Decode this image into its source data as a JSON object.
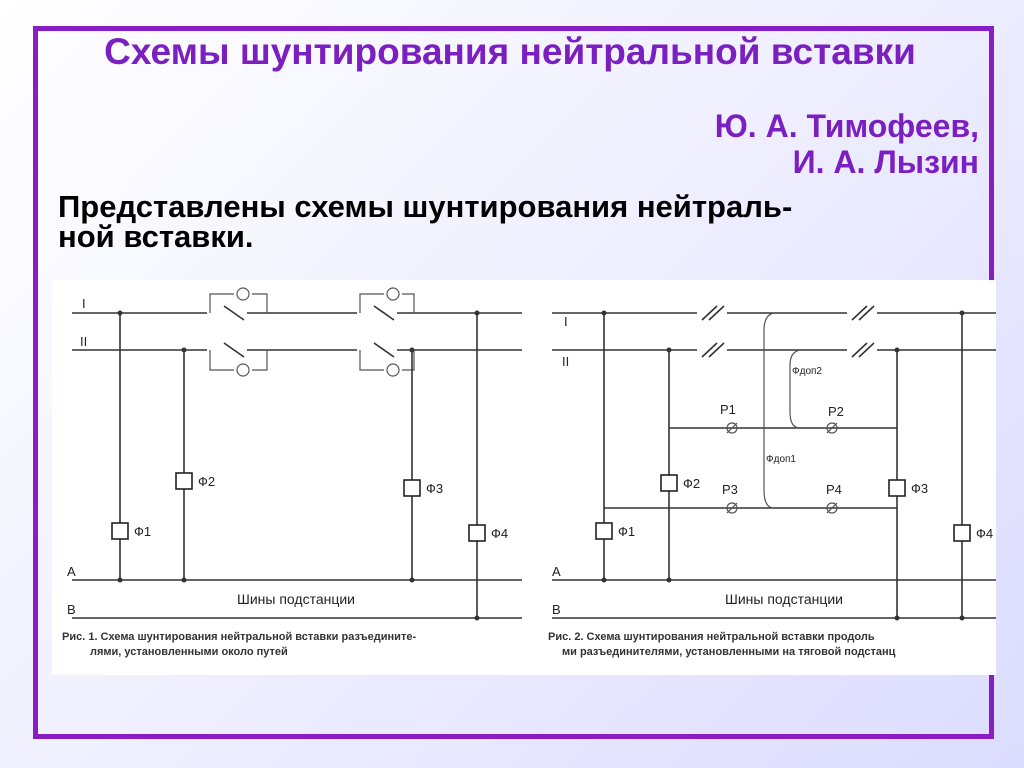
{
  "title": "Схемы шунтирования нейтральной вставки",
  "authors": [
    "Ю. А. Тимофеев,",
    "И. А. Лызин"
  ],
  "description_lines": [
    "Представлены схемы шунтирования нейтраль-",
    "ной вставки."
  ],
  "figure1": {
    "lines": [
      "I",
      "II",
      "A",
      "B"
    ],
    "elements": [
      "Ф1",
      "Ф2",
      "Ф3",
      "Ф4"
    ],
    "bus_label": "Шины подстанции",
    "caption": [
      "Рис. 1. Схема шунтирования нейтральной вставки разъедините-",
      "лями, установленными около путей"
    ]
  },
  "figure2": {
    "lines": [
      "I",
      "II",
      "A",
      "B"
    ],
    "elements": [
      "Ф1",
      "Ф2",
      "Ф3",
      "Ф4"
    ],
    "relays": [
      "P1",
      "P2",
      "P3",
      "P4"
    ],
    "feeders": [
      "Фдоп2",
      "Фдоп1"
    ],
    "bus_label": "Шины подстанции",
    "caption": [
      "Рис. 2. Схема шунтирования нейтральной вставки продоль",
      "ми разъединителями, установленными на тяговой подстанц"
    ]
  }
}
